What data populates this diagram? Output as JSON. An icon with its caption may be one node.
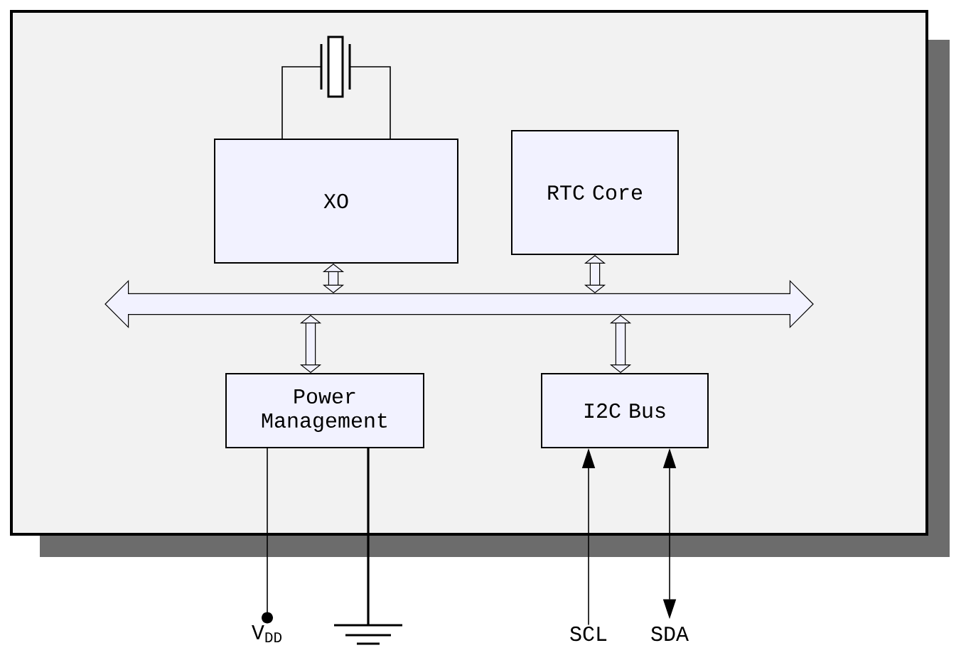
{
  "diagram": {
    "nodes": [
      {
        "text": [],
        "shape": "box"
      },
      {
        "text": [
          "XO"
        ],
        "in": 0
      },
      {
        "text": [
          "RTC Core"
        ],
        "in": 0
      },
      {
        "text": [],
        "shape": "bar",
        "in": 0
      },
      {
        "text": [
          "Power Management"
        ],
        "in": 0
      },
      {
        "text": [
          "I2C Bus"
        ],
        "in": 0
      },
      {
        "text": [],
        "shape": "crystal",
        "in": 0
      },
      {
        "text": [
          "V$_{DD}$"
        ]
      },
      {
        "text": [],
        "shape": "ground"
      },
      {
        "text": [
          "SCL"
        ]
      },
      {
        "text": [
          "SDA"
        ]
      }
    ],
    "edges": [
      {
        "from": 1,
        "to": 6,
        "arrow": "none"
      },
      {
        "from": 1,
        "to": 6,
        "arrow": "none"
      },
      {
        "from": 1,
        "to": 3,
        "arrow": "both",
        "style": "thick"
      },
      {
        "from": 2,
        "to": 3,
        "arrow": "both",
        "style": "thick"
      },
      {
        "from": 3,
        "to": 4,
        "arrow": "both",
        "style": "thick"
      },
      {
        "from": 3,
        "to": 5,
        "arrow": "both",
        "style": "thick"
      },
      {
        "from": 4,
        "to": 7,
        "arrow": "other"
      },
      {
        "from": 4,
        "to": 8,
        "arrow": "none"
      },
      {
        "from": 9,
        "to": 5,
        "arrow": "to"
      },
      {
        "from": 5,
        "to": 10,
        "arrow": "both"
      }
    ]
  }
}
